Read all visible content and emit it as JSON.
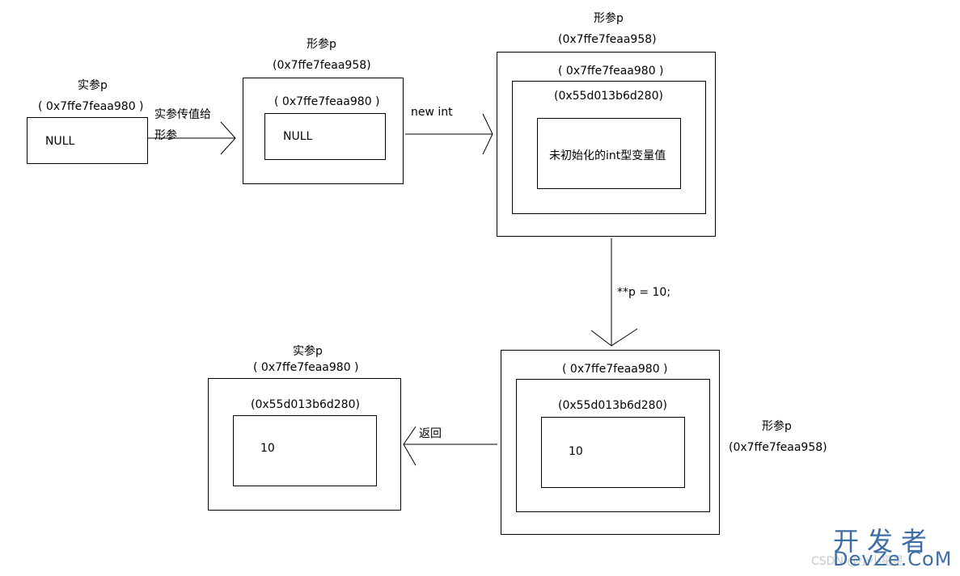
{
  "stage1": {
    "title": "实参p",
    "address": "( 0x7ffe7feaa980 )",
    "value": "NULL"
  },
  "arrow1_label": [
    "实参传值给",
    "形参"
  ],
  "stage2": {
    "title": "形参p",
    "address": "(0x7ffe7feaa958)",
    "inner_address": "( 0x7ffe7feaa980 )",
    "value": "NULL"
  },
  "arrow2_label": "new int",
  "stage3": {
    "title": "形参p",
    "address": "(0x7ffe7feaa958)",
    "mid_address": "( 0x7ffe7feaa980 )",
    "inner_address": "(0x55d013b6d280)",
    "value": "未初始化的int型变量值"
  },
  "arrow3_label": "**p = 10;",
  "stage4": {
    "title": "形参p",
    "address": "(0x7ffe7feaa958)",
    "mid_address": "( 0x7ffe7feaa980 )",
    "inner_address": "(0x55d013b6d280)",
    "value": "10"
  },
  "arrow4_label": "返回",
  "stage5": {
    "title": "实参p",
    "address": "( 0x7ffe7feaa980 )",
    "inner_address": "(0x55d013b6d280)",
    "value": "10"
  },
  "watermark": {
    "cn": "开发者",
    "en": "DevZe.CoM",
    "csdn": "CSDN @小小星星"
  }
}
